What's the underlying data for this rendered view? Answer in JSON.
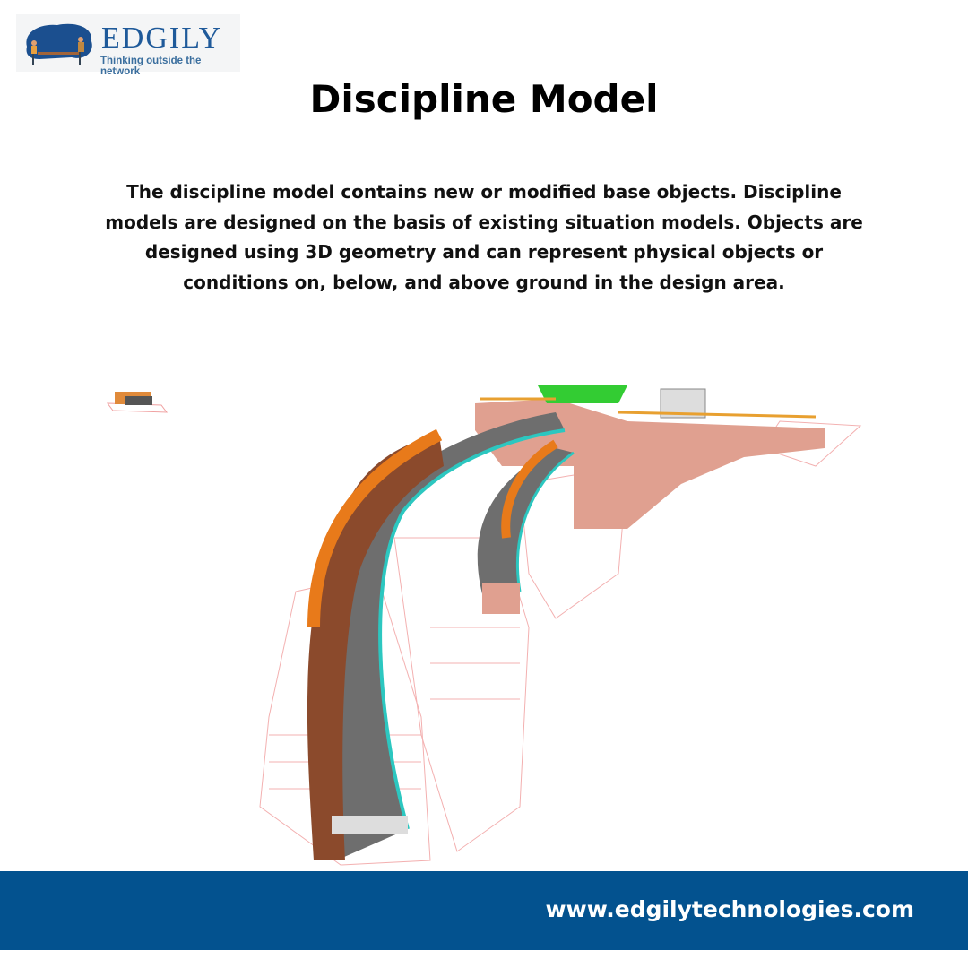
{
  "logo": {
    "name": "EDGILY",
    "tagline": "Thinking outside the network"
  },
  "title": "Discipline Model",
  "description": "The discipline model contains new or modified base objects. Discipline models are designed on the basis of existing situation models. Objects are designed using 3D geometry and can represent physical objects or conditions on, below, and above ground in the design area.",
  "footer": {
    "url": "www.edgilytechnologies.com"
  },
  "colors": {
    "brand": "#03528f",
    "text": "#000000"
  }
}
